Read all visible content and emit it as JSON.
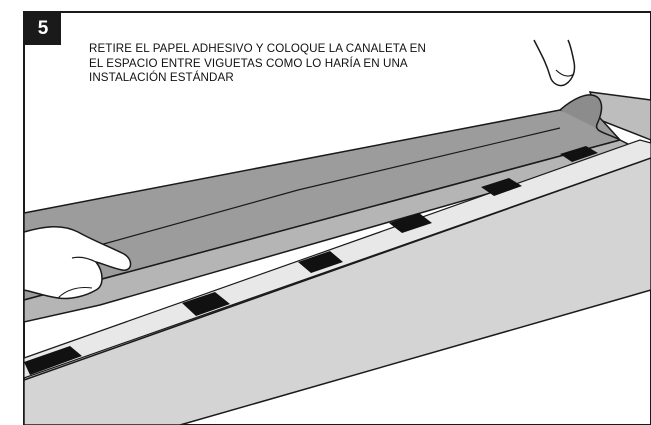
{
  "step": {
    "number": "5"
  },
  "instruction": {
    "lines": [
      "RETIRE EL PAPEL ADHESIVO Y COLOQUE LA CANALETA EN",
      "EL ESPACIO ENTRE VIGUETAS COMO LO HARÍA EN UNA",
      "INSTALACIÓN ESTÁNDAR"
    ]
  },
  "colors": {
    "frame": "#1a1a1a",
    "membrane": "#9a9a9a",
    "membrane_light": "#c4c4c4",
    "panel": "#d6d6d6",
    "joist_strip": "#e8e8e8",
    "joist_block": "#111111"
  },
  "icons": [
    "left-hand-icon",
    "right-hand-icon"
  ]
}
